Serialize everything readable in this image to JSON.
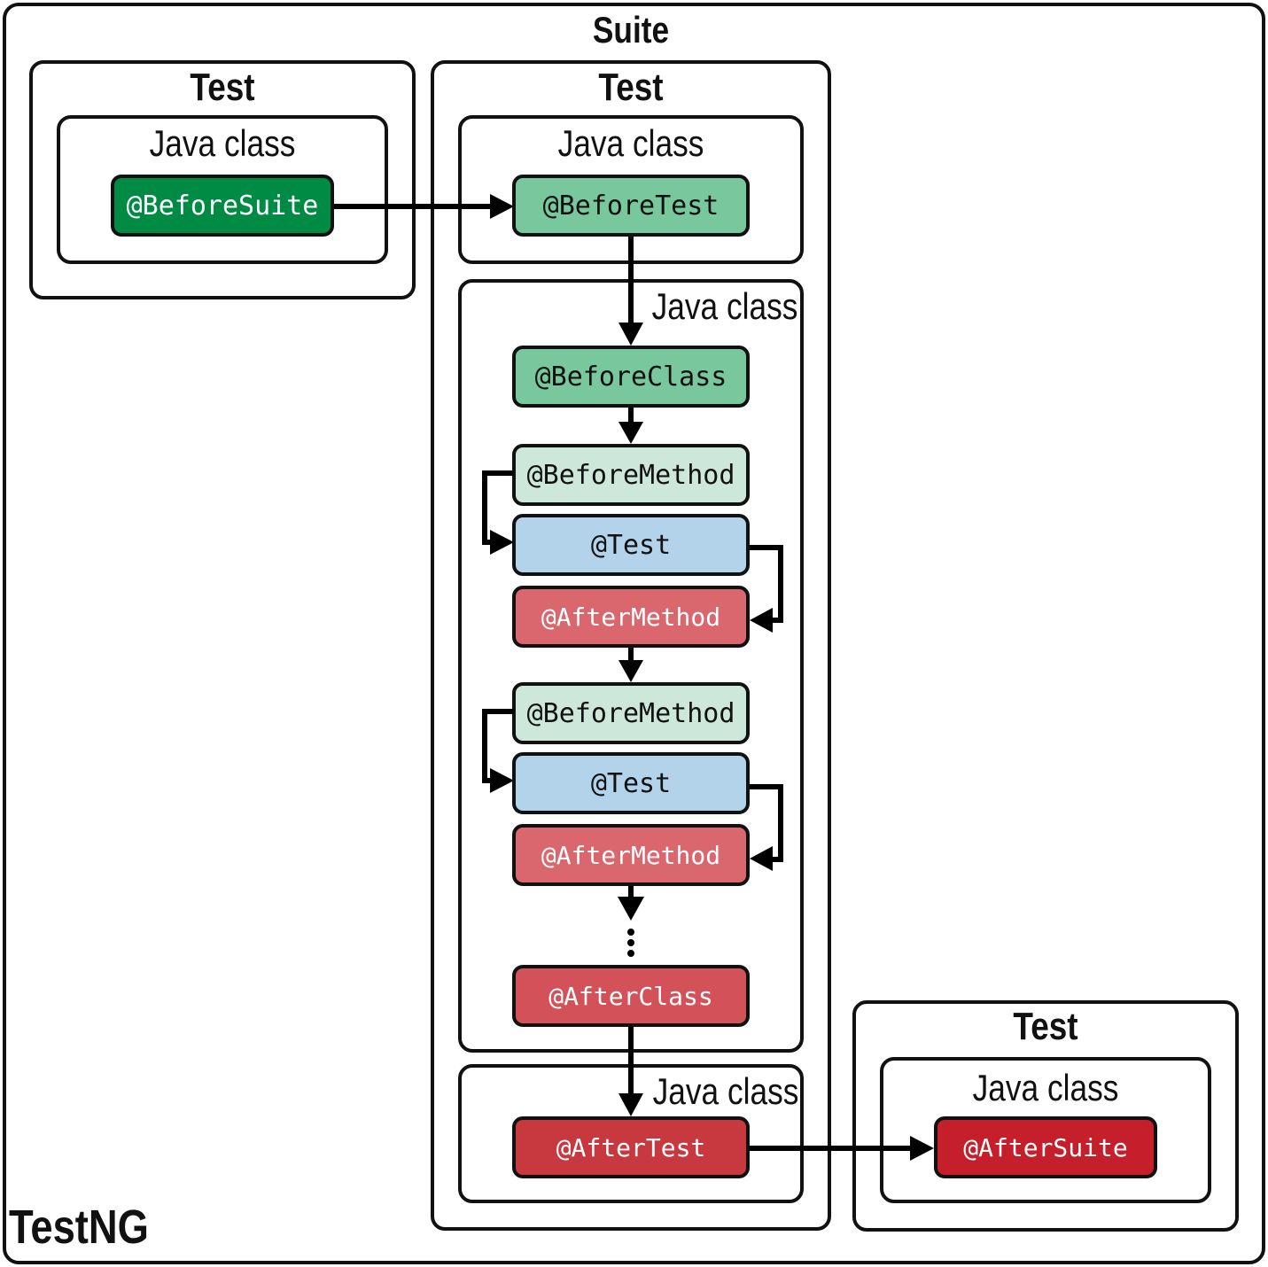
{
  "suite_label": "Suite",
  "framework_label": "TestNG",
  "tests": [
    {
      "label": "Test",
      "classes": [
        {
          "label": "Java class"
        }
      ]
    },
    {
      "label": "Test",
      "classes": [
        {
          "label": "Java class"
        },
        {
          "label": "Java class"
        },
        {
          "label": "Java class"
        }
      ]
    },
    {
      "label": "Test",
      "classes": [
        {
          "label": "Java class"
        }
      ]
    }
  ],
  "methods": {
    "before_suite": "@BeforeSuite",
    "before_test": "@BeforeTest",
    "before_class": "@BeforeClass",
    "before_method_1": "@BeforeMethod",
    "test_1": "@Test",
    "after_method_1": "@AfterMethod",
    "before_method_2": "@BeforeMethod",
    "test_2": "@Test",
    "after_method_2": "@AfterMethod",
    "after_class": "@AfterClass",
    "after_test": "@AfterTest",
    "after_suite": "@AfterSuite"
  },
  "colors": {
    "before_suite": "#008b45",
    "before_test": "#79c79c",
    "before_class": "#79c79c",
    "before_method": "#cde8da",
    "test": "#b3d3ea",
    "after_method": "#d9676d",
    "after_class": "#d3525a",
    "after_test": "#c8393f",
    "after_suite": "#c41f2a"
  }
}
